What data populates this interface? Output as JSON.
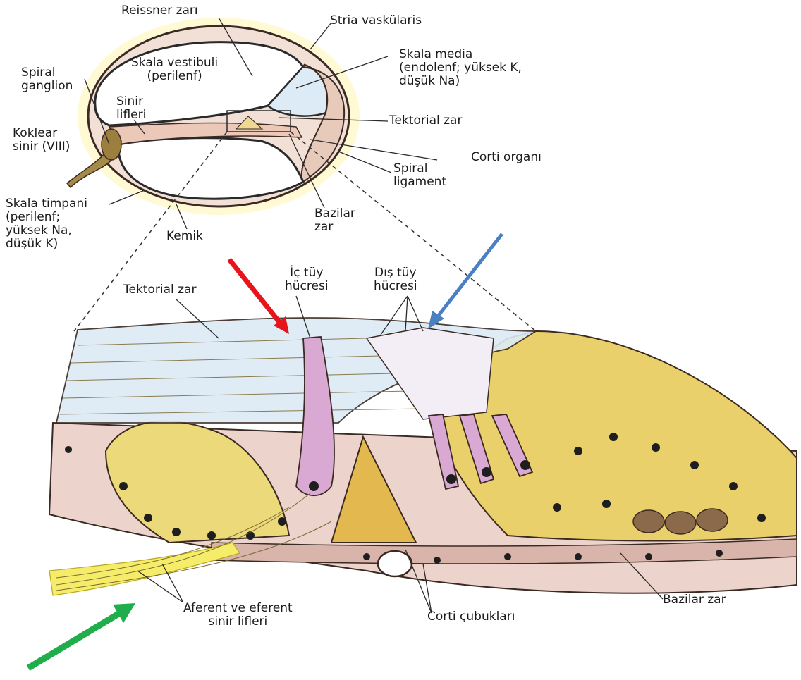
{
  "labels": {
    "reissner": "Reissner zarı",
    "stria": "Stria vaskülaris",
    "skala_vestibuli": [
      "Skala vestibuli",
      "(perilenf)"
    ],
    "skala_media": [
      "Skala media",
      "(endolenf; yüksek K,",
      "düşük Na)"
    ],
    "spiral_ganglion": [
      "Spiral",
      "ganglion"
    ],
    "sinir_lifleri": [
      "Sinir",
      "lifleri"
    ],
    "koklear_sinir": [
      "Koklear",
      "sinir (VIII)"
    ],
    "tektorial_zar_top": "Tektorial zar",
    "corti_organi": "Corti organı",
    "spiral_ligament": [
      "Spiral",
      "ligament"
    ],
    "skala_timpani": [
      "Skala timpani",
      "(perilenf;",
      "yüksek Na,",
      "düşük K)"
    ],
    "kemik": "Kemik",
    "bazilar_zar_top": [
      "Bazilar",
      "zar"
    ],
    "ic_tuy": [
      "İç tüy",
      "hücresi"
    ],
    "dis_tuy": [
      "Dış tüy",
      "hücresi"
    ],
    "tektorial_zar_bottom": "Tektorial zar",
    "bazilar_zar_bottom": "Bazilar zar",
    "corti_cubuklari": "Corti çubukları",
    "aferent": [
      "Aferent ve eferent",
      "sinir lifleri"
    ]
  },
  "arrows": {
    "red": "#e8141b",
    "blue": "#4a7fc1",
    "green": "#1fae4b"
  },
  "colors": {
    "tissue_yellow": "#ecd97a",
    "tissue_pink": "#ead0c8",
    "hair_cell": "#d9a9d4",
    "endolymph": "#dcebf5",
    "bone_glow": "#fff2a0"
  }
}
